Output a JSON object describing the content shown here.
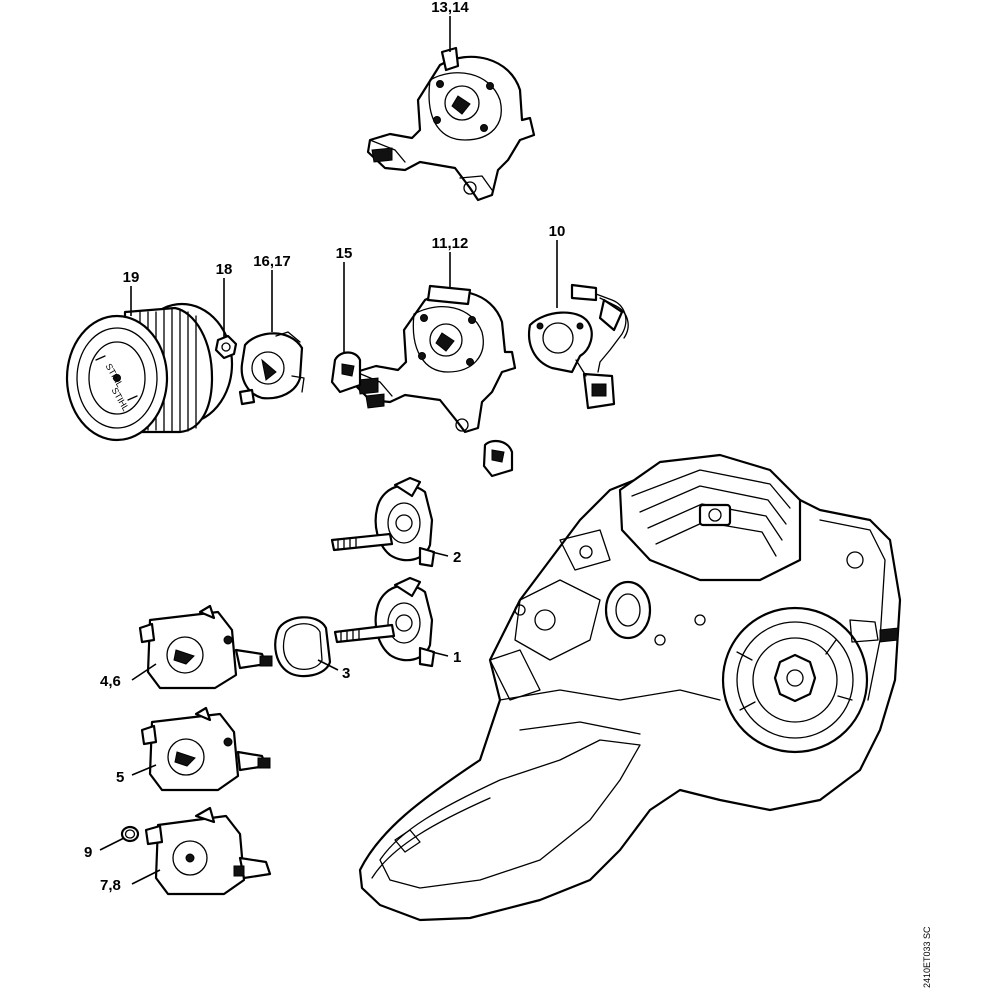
{
  "callouts": {
    "c13_14": "13,14",
    "c11_12": "11,12",
    "c10": "10",
    "c19": "19",
    "c18": "18",
    "c16_17": "16,17",
    "c15": "15",
    "c2": "2",
    "c1": "1",
    "c3": "3",
    "c4_6": "4,6",
    "c5": "5",
    "c9": "9",
    "c7_8": "7,8"
  },
  "drawing_code": "2410ET033 SC",
  "filter_brand": "STIHL"
}
